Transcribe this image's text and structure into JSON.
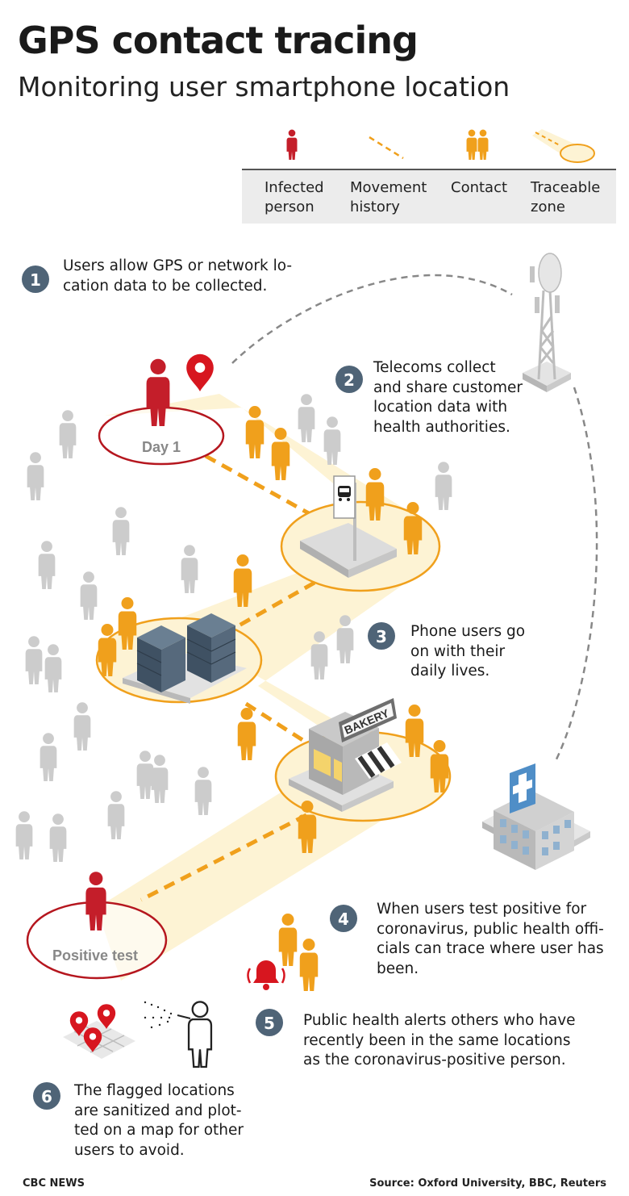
{
  "header": {
    "title": "GPS contact tracing",
    "subtitle": "Monitoring user smartphone location"
  },
  "legend": [
    {
      "icon": "infected-person-icon",
      "label": "Infected\nperson"
    },
    {
      "icon": "movement-history-icon",
      "label": "Movement\nhistory"
    },
    {
      "icon": "contact-icon",
      "label": "Contact"
    },
    {
      "icon": "traceable-zone-icon",
      "label": "Traceable\nzone"
    }
  ],
  "map_labels": {
    "day1": "Day 1",
    "positive_test": "Positive test",
    "bakery_sign": "BAKERY"
  },
  "steps": [
    {
      "number": "1",
      "text": "Users allow GPS or network lo-\ncation data to be collected."
    },
    {
      "number": "2",
      "text": "Telecoms collect\nand share customer\nlocation data with\nhealth authorities."
    },
    {
      "number": "3",
      "text": "Phone users go\non with their\ndaily lives."
    },
    {
      "number": "4",
      "text": "When users test positive for\ncoronavirus, public health offi-\ncials can trace where user has\nbeen."
    },
    {
      "number": "5",
      "text": "Public health alerts others who have\nrecently been in the same locations\nas the coronavirus-positive person."
    },
    {
      "number": "6",
      "text": "The flagged locations\nare sanitized and plot-\nted on a map for other\nusers to avoid."
    }
  ],
  "footer": {
    "credit": "CBC NEWS",
    "source": "Source: Oxford University, BBC, Reuters"
  },
  "colors": {
    "infected": "#c41e2a",
    "contact": "#f0a01c",
    "bystander": "#c9c9c9",
    "zone_fill": "#fdf3d4",
    "step_badge": "#4f6477"
  }
}
